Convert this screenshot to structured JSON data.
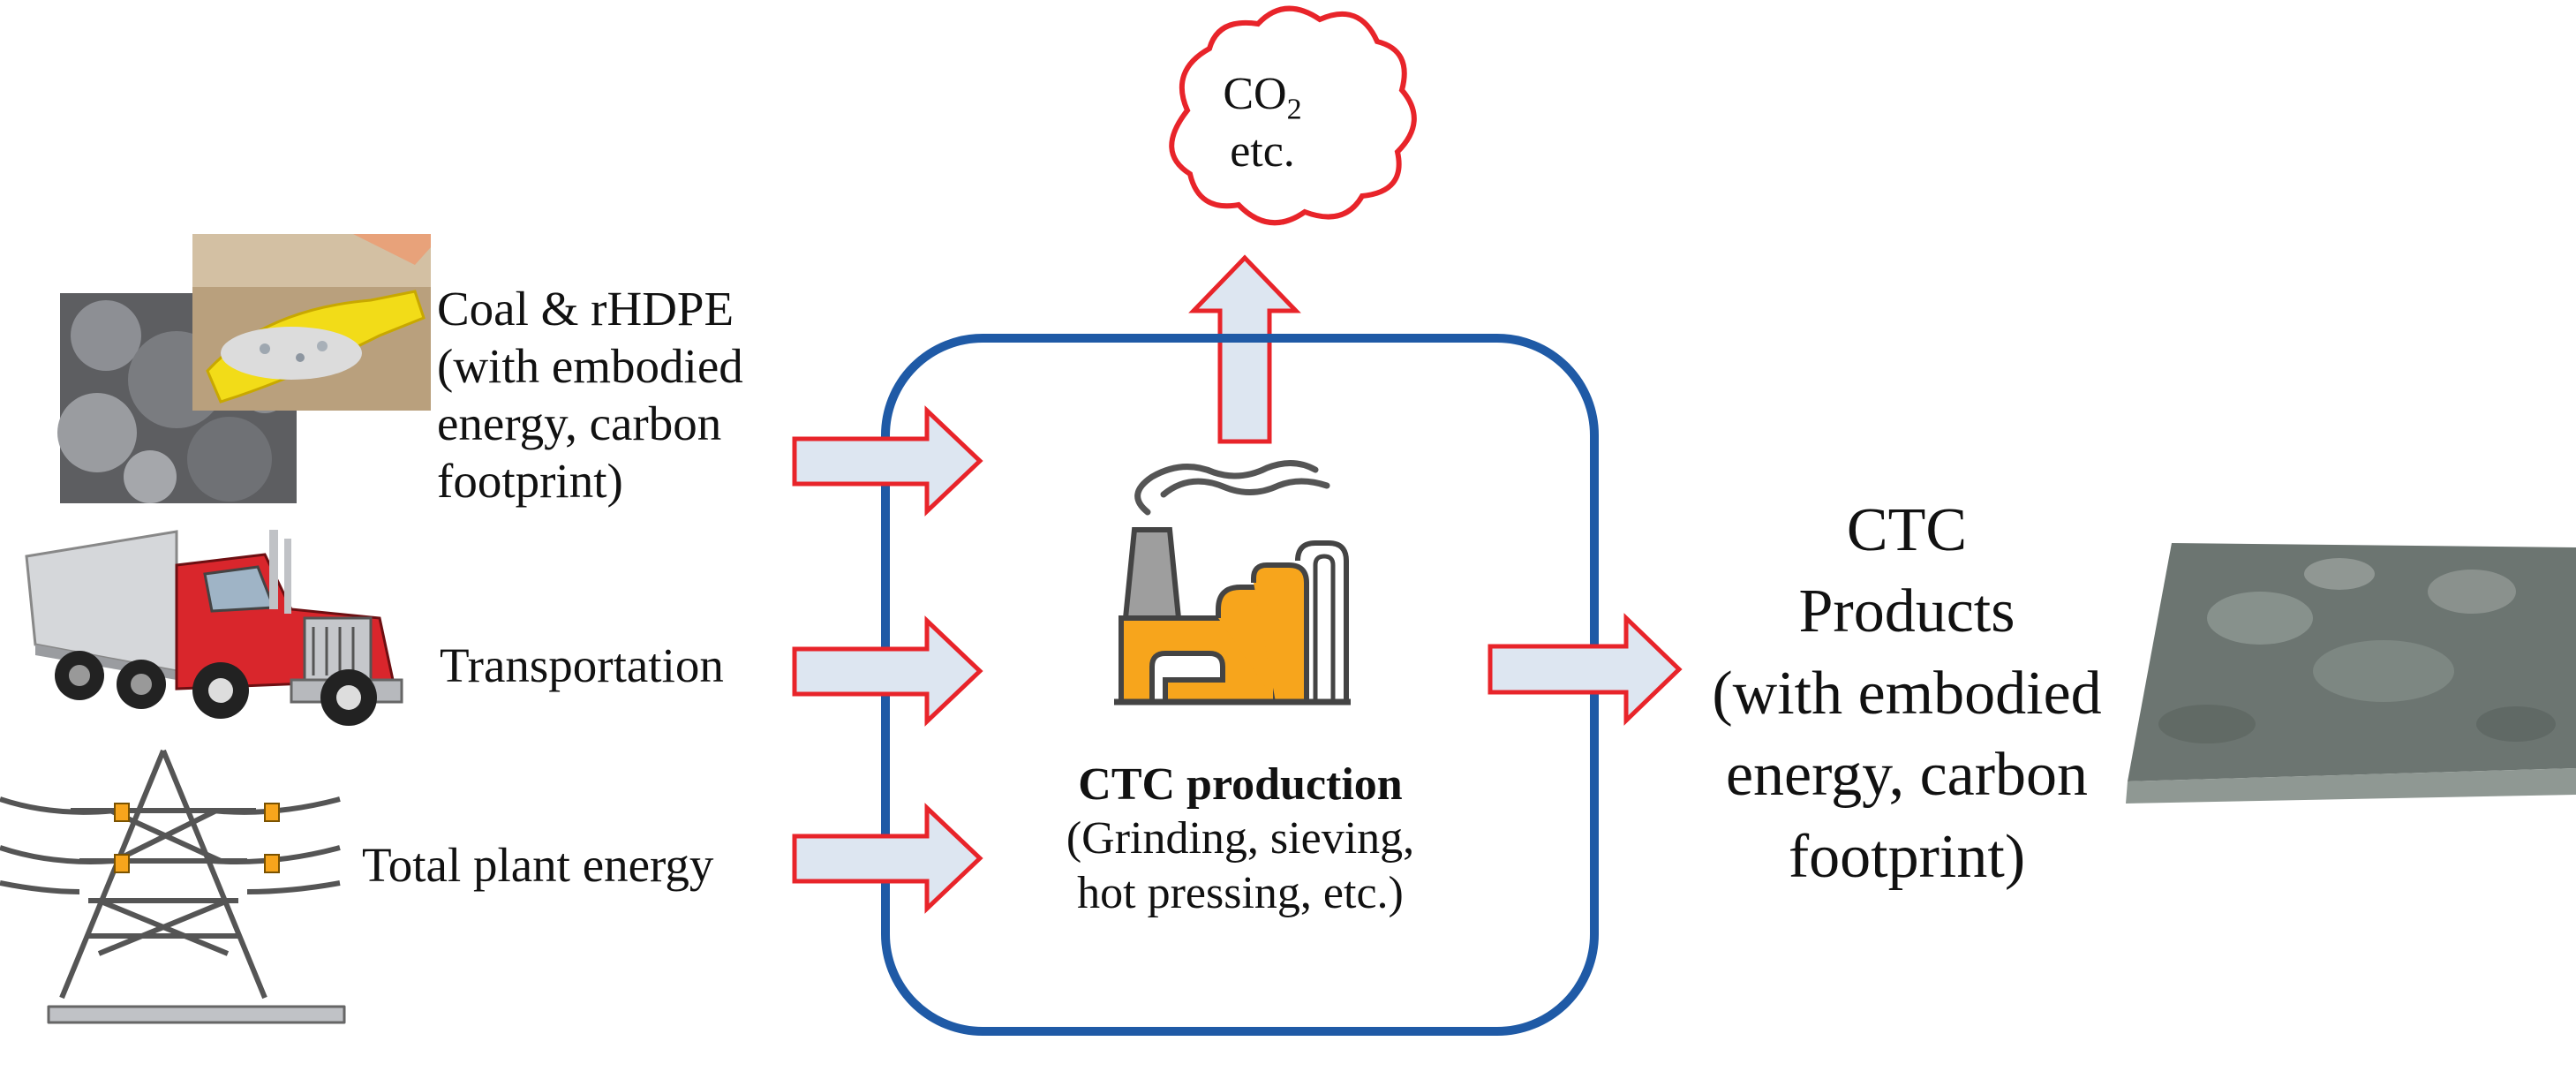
{
  "emission_cloud": {
    "co2_prefix": "CO",
    "co2_subscript": "2",
    "etc_label": "etc."
  },
  "inputs": [
    {
      "icon": "coal-and-plastic-photo",
      "lines": [
        "Coal & rHDPE",
        "(with embodied",
        "energy,  carbon",
        "footprint)"
      ]
    },
    {
      "icon": "truck-icon",
      "label": "Transportation"
    },
    {
      "icon": "power-tower-icon",
      "label": "Total plant energy"
    }
  ],
  "process": {
    "icon": "factory-icon",
    "title": "CTC production",
    "lines": [
      "(Grinding, sieving,",
      "hot pressing, etc.)"
    ]
  },
  "output": {
    "lines": [
      "CTC",
      "Products",
      "(with embodied",
      "energy, carbon",
      "footprint)"
    ],
    "icon": "ctc-tile-photo"
  },
  "colors": {
    "frame": "#1f5aa6",
    "arrow_fill": "#dde6f1",
    "arrow_stroke": "#e8242a",
    "cloud_stroke": "#e8242a",
    "factory_orange": "#f7a51c",
    "truck_red": "#d9262c"
  }
}
